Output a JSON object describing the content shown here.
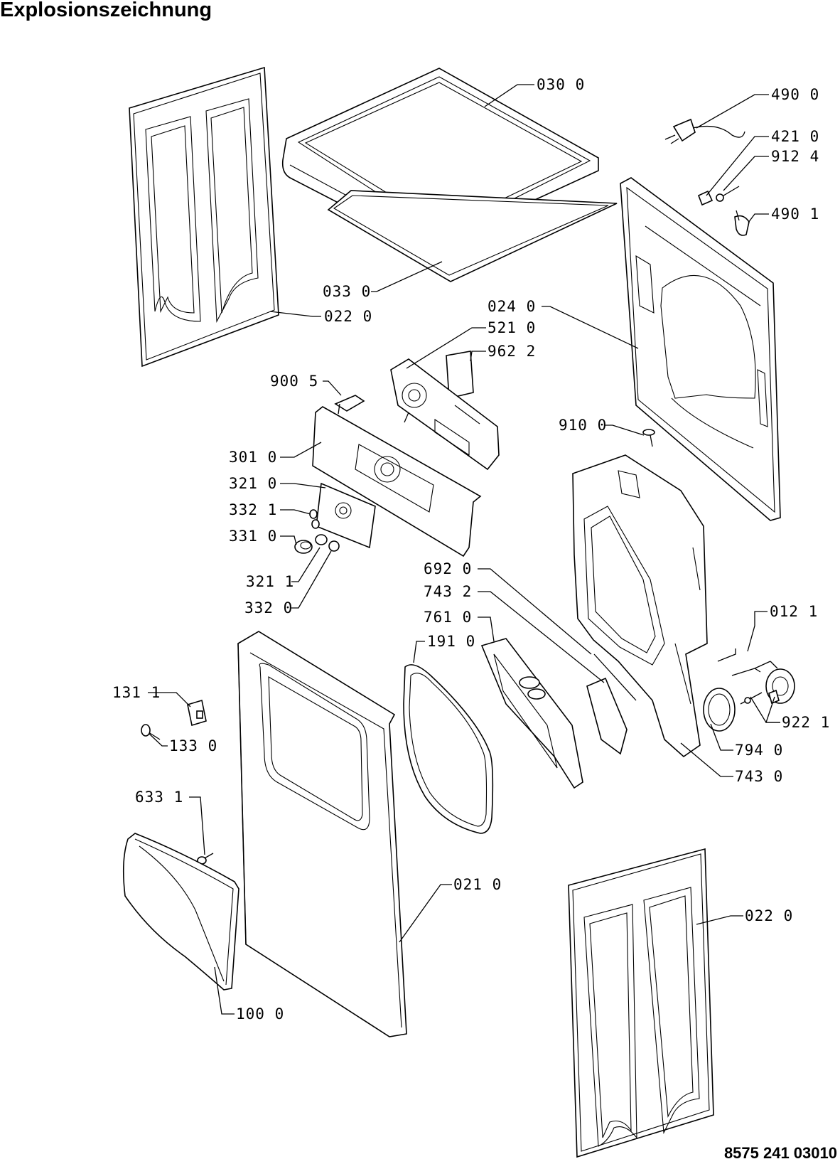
{
  "title": "Explosionszeichnung",
  "document_number": "8575 241 03010",
  "parts": [
    {
      "id": "p0300",
      "label": "030 0"
    },
    {
      "id": "p4900",
      "label": "490 0"
    },
    {
      "id": "p4210",
      "label": "421 0"
    },
    {
      "id": "p9124",
      "label": "912 4"
    },
    {
      "id": "p4901",
      "label": "490 1"
    },
    {
      "id": "p0330",
      "label": "033 0"
    },
    {
      "id": "p0220a",
      "label": "022 0"
    },
    {
      "id": "p0240",
      "label": "024 0"
    },
    {
      "id": "p5210",
      "label": "521 0"
    },
    {
      "id": "p9622",
      "label": "962 2"
    },
    {
      "id": "p9005",
      "label": "900 5"
    },
    {
      "id": "p9100",
      "label": "910 0"
    },
    {
      "id": "p3010",
      "label": "301 0"
    },
    {
      "id": "p3210",
      "label": "321 0"
    },
    {
      "id": "p3321",
      "label": "332 1"
    },
    {
      "id": "p3310",
      "label": "331 0"
    },
    {
      "id": "p3211",
      "label": "321 1"
    },
    {
      "id": "p3320",
      "label": "332 0"
    },
    {
      "id": "p6920",
      "label": "692 0"
    },
    {
      "id": "p7432",
      "label": "743 2"
    },
    {
      "id": "p7610",
      "label": "761 0"
    },
    {
      "id": "p1910",
      "label": "191 0"
    },
    {
      "id": "p0121",
      "label": "012 1"
    },
    {
      "id": "p1311",
      "label": "131 1"
    },
    {
      "id": "p1330",
      "label": "133 0"
    },
    {
      "id": "p9221",
      "label": "922 1"
    },
    {
      "id": "p7940",
      "label": "794 0"
    },
    {
      "id": "p7430",
      "label": "743 0"
    },
    {
      "id": "p6331",
      "label": "633 1"
    },
    {
      "id": "p0210",
      "label": "021 0"
    },
    {
      "id": "p0220b",
      "label": "022 0"
    },
    {
      "id": "p1000",
      "label": "100 0"
    }
  ]
}
